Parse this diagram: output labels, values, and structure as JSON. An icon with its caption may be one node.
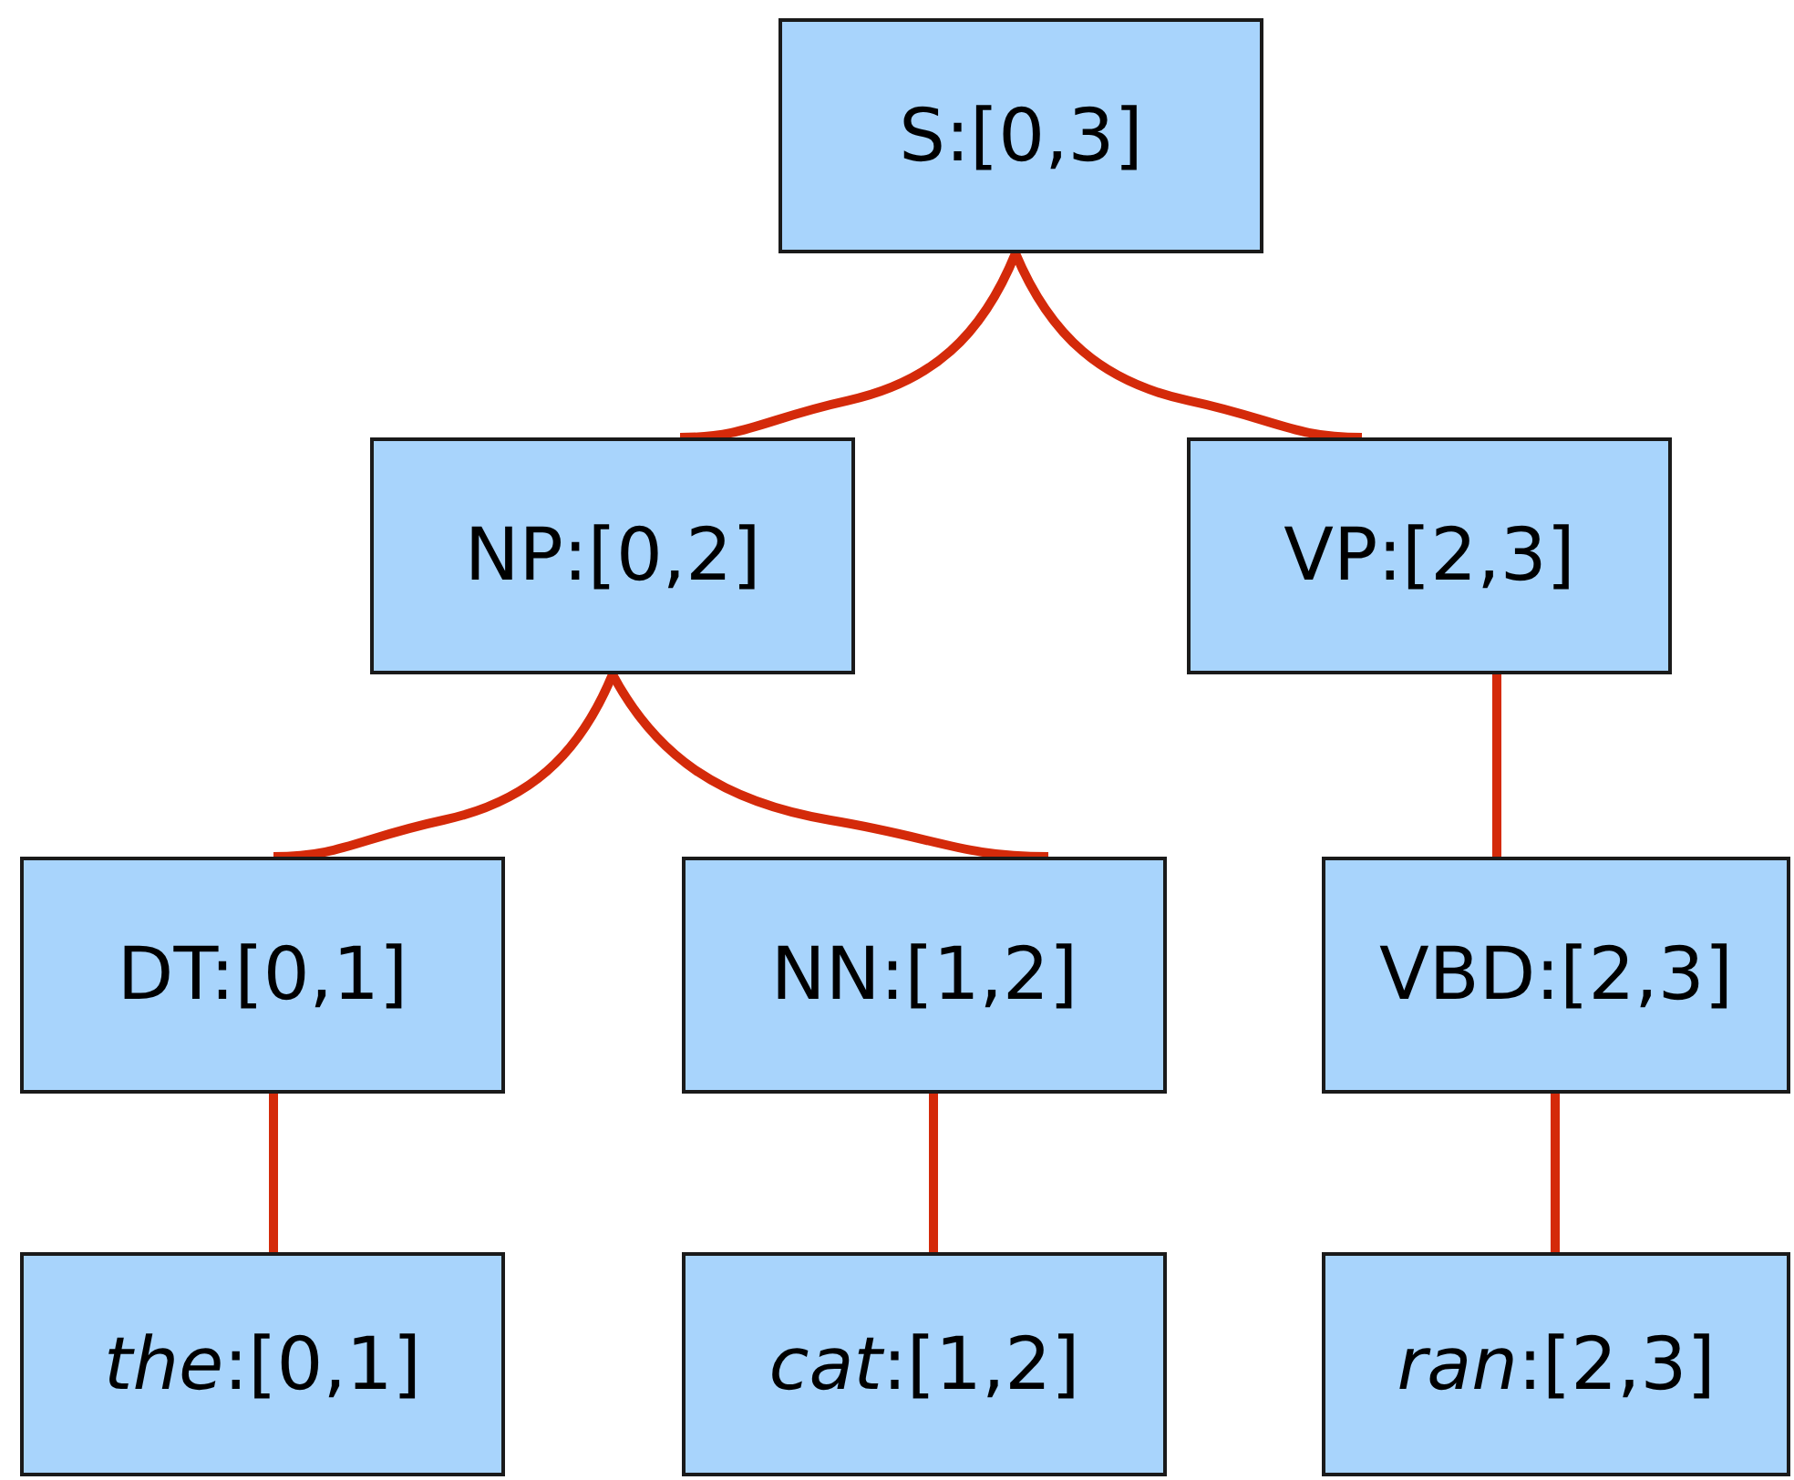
{
  "diagram": {
    "nodes": [
      {
        "text": [
          "S:[0,3]"
        ]
      },
      {
        "text": [
          "NP:[0,2]"
        ]
      },
      {
        "text": [
          "VP:[2,3]"
        ]
      },
      {
        "text": [
          "DT:[0,1]"
        ]
      },
      {
        "text": [
          "NN:[1,2]"
        ]
      },
      {
        "text": [
          "VBD:[2,3]"
        ]
      },
      {
        "text": [
          "*the*:[0,1]"
        ]
      },
      {
        "text": [
          "*cat*:[1,2]"
        ]
      },
      {
        "text": [
          "*ran*:[2,3]"
        ]
      }
    ],
    "edges": [
      {
        "from": 0,
        "to": 1,
        "arrow": "none"
      },
      {
        "from": 0,
        "to": 2,
        "arrow": "none"
      },
      {
        "from": 1,
        "to": 3,
        "arrow": "none"
      },
      {
        "from": 1,
        "to": 4,
        "arrow": "none"
      },
      {
        "from": 2,
        "to": 5,
        "arrow": "none"
      },
      {
        "from": 3,
        "to": 6,
        "arrow": "none"
      },
      {
        "from": 4,
        "to": 7,
        "arrow": "none"
      },
      {
        "from": 5,
        "to": 8,
        "arrow": "none"
      }
    ]
  }
}
